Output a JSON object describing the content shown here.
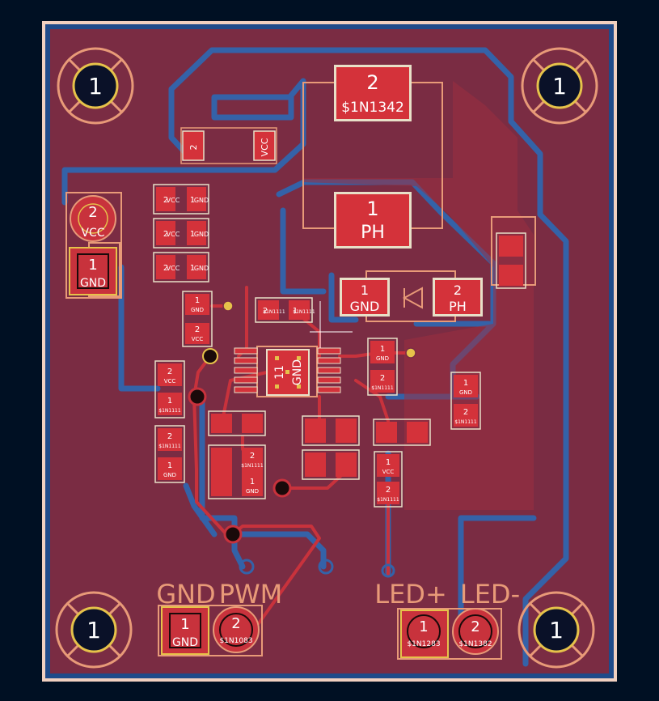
{
  "colors": {
    "background": "#001023",
    "board_fill": "#7a2c43",
    "copper_front": "#c8323c",
    "copper_back": "#3462a8",
    "silkscreen": "#e89a78",
    "pad_text": "#ffffff",
    "via_ring": "#e6c24a",
    "edge": "#f0d0c0"
  },
  "mounting_holes": [
    {
      "id": "mh-tl",
      "label": "1"
    },
    {
      "id": "mh-tr",
      "label": "1"
    },
    {
      "id": "mh-bl",
      "label": "1"
    },
    {
      "id": "mh-br",
      "label": "1"
    }
  ],
  "top_pads": {
    "pad2": {
      "num": "2",
      "name": "$1N1342"
    },
    "pad1": {
      "num": "1",
      "name": "PH"
    }
  },
  "vcc_connector": {
    "pin2": {
      "num": "2",
      "name": "VCC"
    },
    "pin1": {
      "num": "1",
      "name": "GND"
    }
  },
  "diode": {
    "pin1": {
      "num": "1",
      "name": "GND"
    },
    "pin2": {
      "num": "2",
      "name": "PH"
    }
  },
  "ic": {
    "num": "11",
    "name": "GND"
  },
  "bottom_left_connector": {
    "silk_left": "GND",
    "silk_right": "PWM",
    "pin1": {
      "num": "1",
      "name": "GND"
    },
    "pin2": {
      "num": "2",
      "name": "$1N1083"
    }
  },
  "bottom_right_connector": {
    "silk_left": "LED+",
    "silk_right": "LED-",
    "pin1": {
      "num": "1",
      "name": "$1N1283"
    },
    "pin2": {
      "num": "2",
      "name": "$1N1382"
    }
  },
  "small_parts": {
    "c_top": {
      "a": "2",
      "b": "VCC"
    },
    "cap_rows": [
      {
        "n1": "2",
        "l1": "VCC",
        "n2": "1",
        "l2": "GND"
      },
      {
        "n1": "2",
        "l1": "VCC",
        "n2": "1",
        "l2": "GND"
      },
      {
        "n1": "2",
        "l1": "VCC",
        "n2": "1",
        "l2": "GND"
      }
    ],
    "r_mid": {
      "n1": "1",
      "l1": "GND",
      "n2": "2",
      "l2": "VCC"
    },
    "r_left1": {
      "n1": "2",
      "l1": "VCC",
      "n2": "1",
      "l2": "$1N1111"
    },
    "r_left2": {
      "n1": "2",
      "l1": "$1N1111",
      "n2": "1",
      "l2": "GND"
    },
    "r_right1": {
      "n1": "1",
      "l1": "GND",
      "n2": "2",
      "l2": "$1N1111"
    },
    "r_right2": {
      "n1": "1",
      "l1": "GND",
      "n2": "2",
      "l2": "$1N1111"
    },
    "r_vcc": {
      "n1": "1",
      "l1": "VCC",
      "n2": "2",
      "l2": "$1N1111"
    },
    "r_gnd": {
      "n1": "2",
      "l1": "$1N1111",
      "n2": "1",
      "l2": "GND"
    },
    "r_small": {
      "n1": "2",
      "l1": "$1N1111",
      "n2": "1",
      "l2": "$1N1111"
    }
  }
}
